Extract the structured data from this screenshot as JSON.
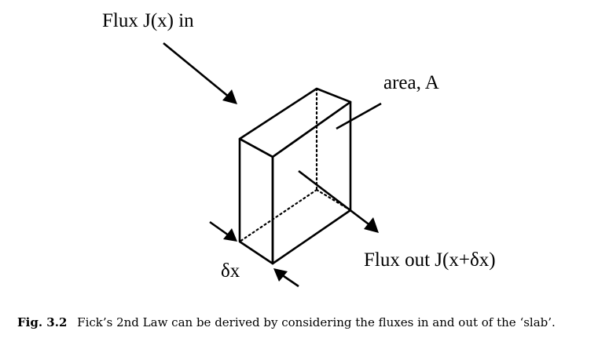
{
  "labels": {
    "flux_in": "Flux J(x) in",
    "area": "area, A",
    "flux_out": "Flux out J(x+δx)",
    "thickness": "δx"
  },
  "caption": {
    "number": "Fig. 3.2",
    "text": "Fick’s 2nd Law can be derived by considering the fluxes in and out of the ‘slab’."
  }
}
